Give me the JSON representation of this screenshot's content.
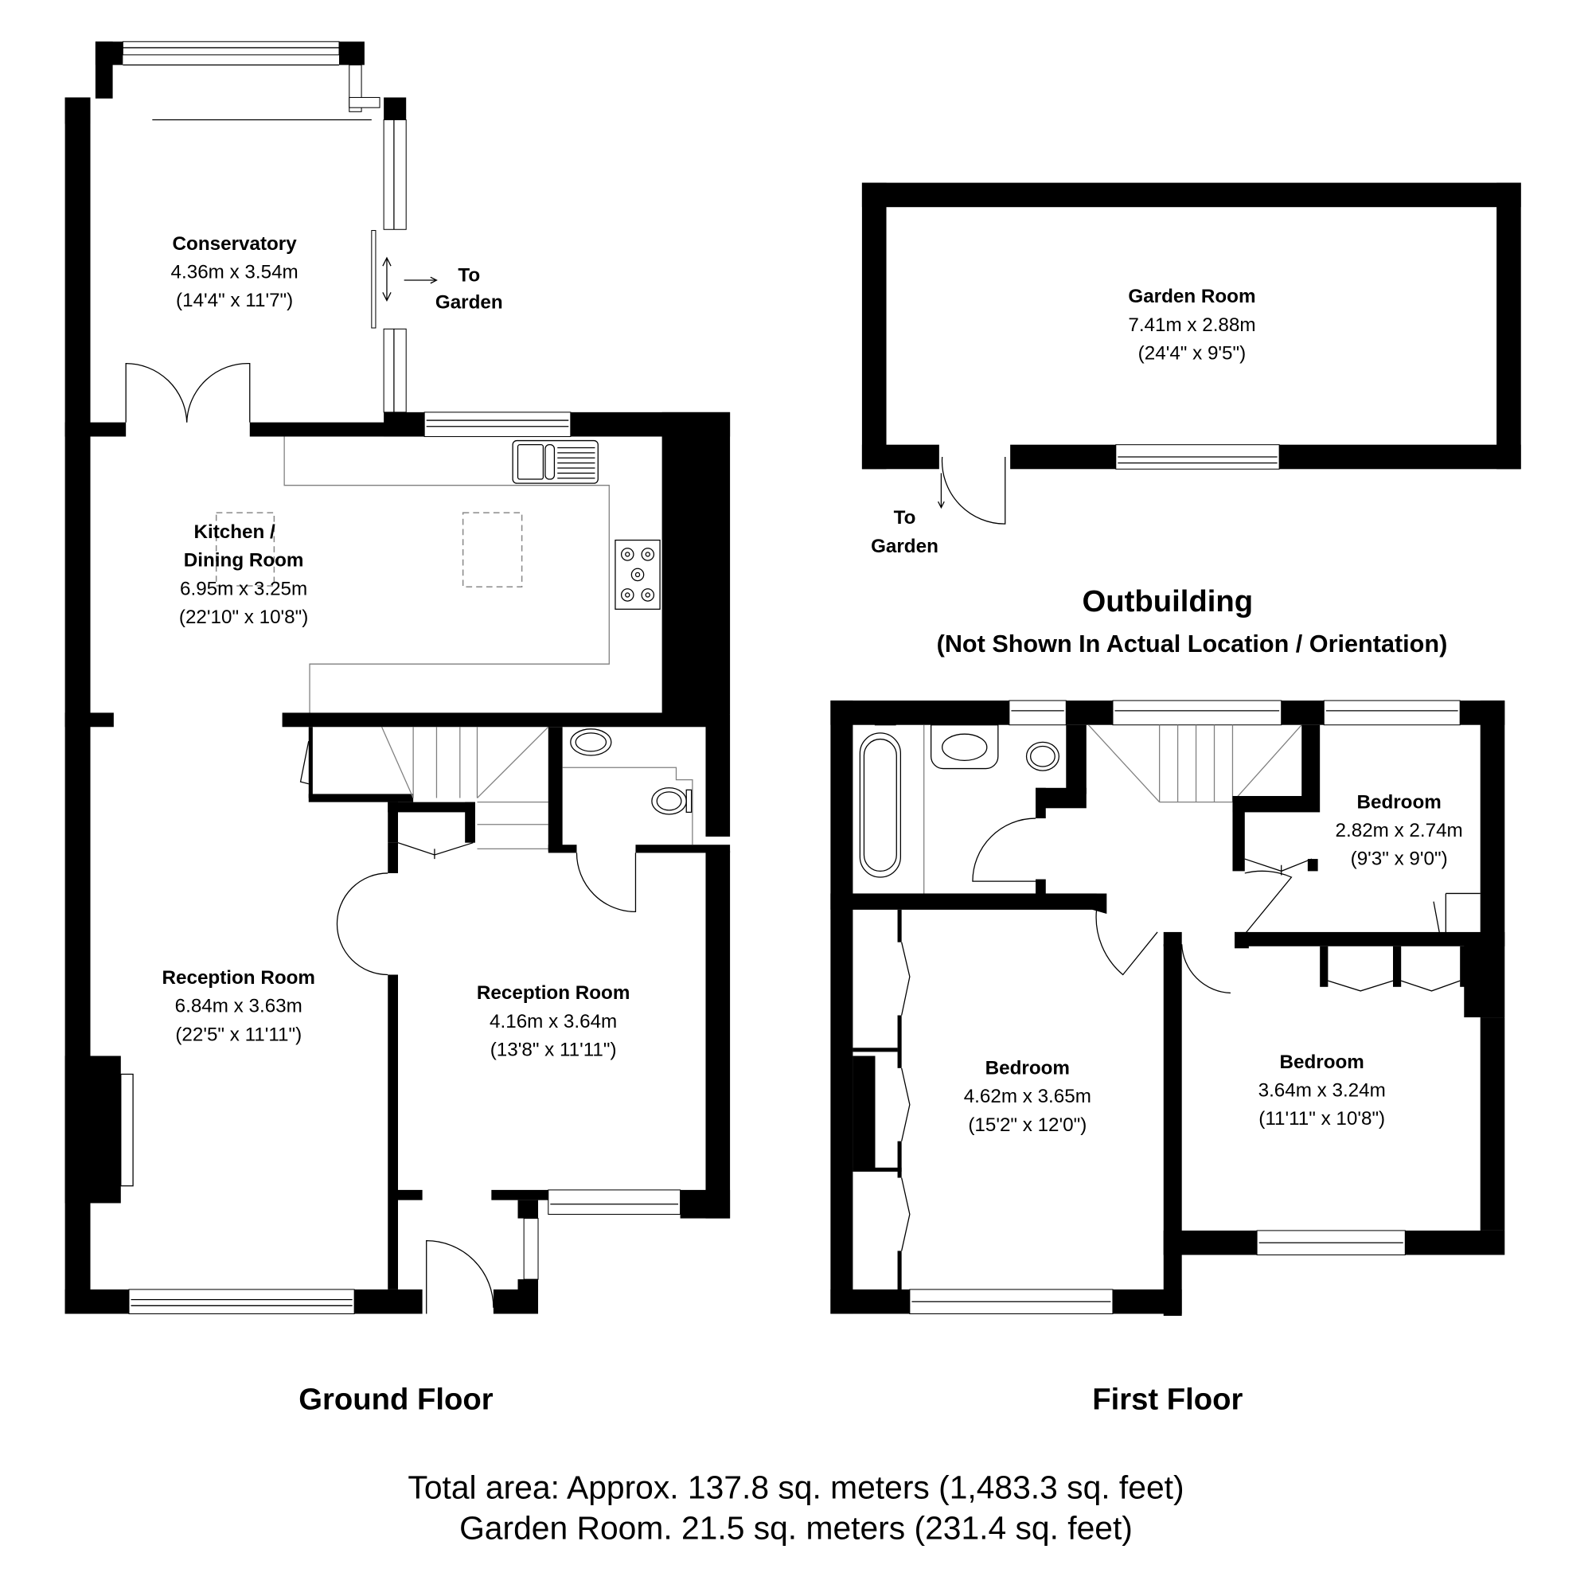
{
  "colors": {
    "wall": "#000000",
    "background": "#ffffff",
    "fixture_line": "#7f7f7f"
  },
  "ground_floor": {
    "title": "Ground Floor",
    "rooms": [
      {
        "name": "Conservatory",
        "metric": "4.36m x 3.54m",
        "imperial": "(14'4\" x 11'7\")"
      },
      {
        "name_line1": "Kitchen /",
        "name_line2": "Dining Room",
        "metric": "6.95m x 3.25m",
        "imperial": "(22'10\" x 10'8\")"
      },
      {
        "name": "Reception Room",
        "metric": "6.84m x 3.63m",
        "imperial": "(22'5\" x 11'11\")"
      },
      {
        "name": "Reception Room",
        "metric": "4.16m x 3.64m",
        "imperial": "(13'8\" x 11'11\")"
      }
    ],
    "exit_label_line1": "To",
    "exit_label_line2": "Garden"
  },
  "outbuilding": {
    "title": "Outbuilding",
    "subtitle": "(Not Shown In Actual Location / Orientation)",
    "room": {
      "name": "Garden Room",
      "metric": "7.41m x 2.88m",
      "imperial": "(24'4\" x 9'5\")"
    },
    "exit_label_line1": "To",
    "exit_label_line2": "Garden"
  },
  "first_floor": {
    "title": "First Floor",
    "rooms": [
      {
        "name": "Bedroom",
        "metric": "2.82m x 2.74m",
        "imperial": "(9'3\" x 9'0\")"
      },
      {
        "name": "Bedroom",
        "metric": "4.62m x 3.65m",
        "imperial": "(15'2\" x 12'0\")"
      },
      {
        "name": "Bedroom",
        "metric": "3.64m x 3.24m",
        "imperial": "(11'11\" x 10'8\")"
      }
    ]
  },
  "totals": {
    "total_area": "Total area: Approx. 137.8 sq. meters (1,483.3 sq. feet)",
    "garden_room_area": "Garden Room. 21.5 sq. meters (231.4 sq. feet)"
  }
}
